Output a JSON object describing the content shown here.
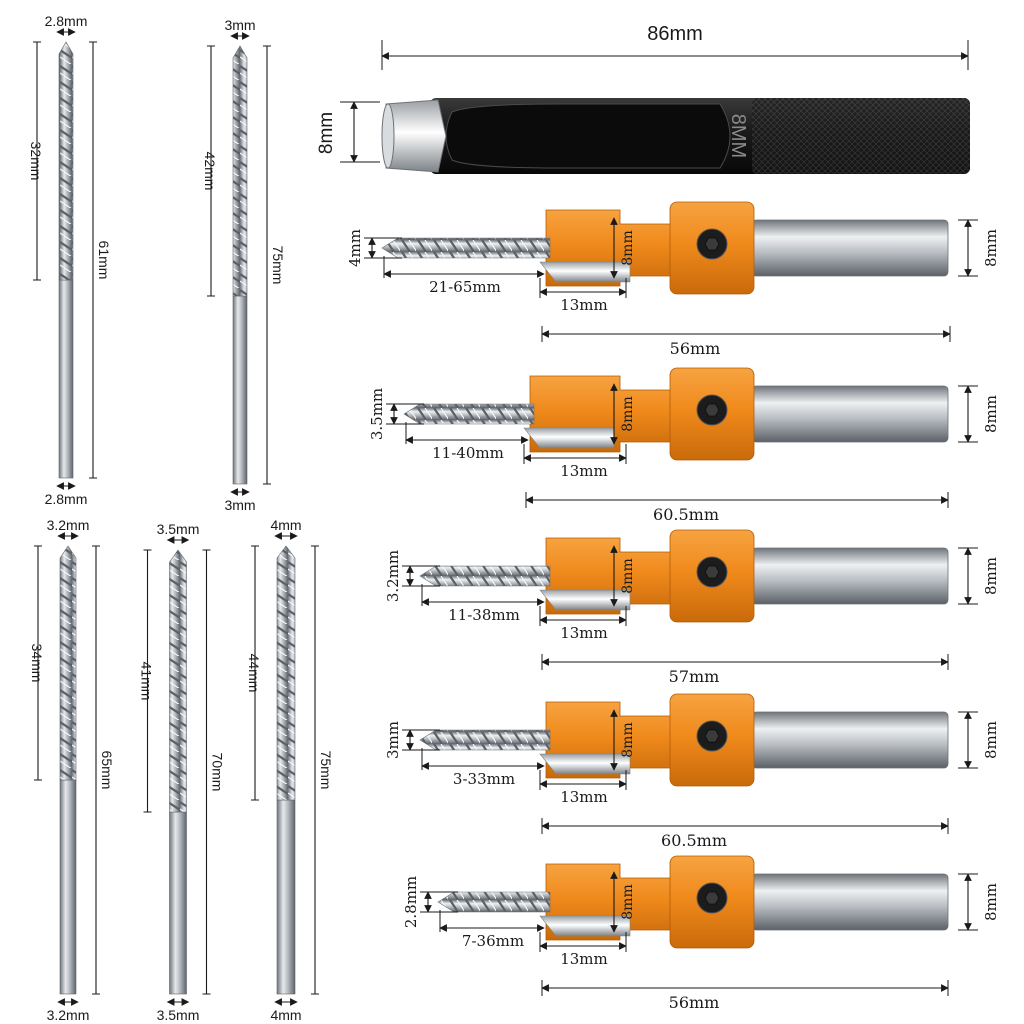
{
  "drill_bits": [
    {
      "top_width": "2.8mm",
      "flute_length": "32mm",
      "total_length": "61mm",
      "bottom_width": "2.8mm"
    },
    {
      "top_width": "3mm",
      "flute_length": "42mm",
      "total_length": "75mm",
      "bottom_width": "3mm"
    },
    {
      "top_width": "3.2mm",
      "flute_length": "34mm",
      "total_length": "65mm",
      "bottom_width": "3.2mm"
    },
    {
      "top_width": "3.5mm",
      "flute_length": "41mm",
      "total_length": "70mm",
      "bottom_width": "3.5mm"
    },
    {
      "top_width": "4mm",
      "flute_length": "44mm",
      "total_length": "75mm",
      "bottom_width": "4mm"
    }
  ],
  "hole_punch": {
    "length": "86mm",
    "diameter": "8mm",
    "engraving": "8MM"
  },
  "countersinks": [
    {
      "bit_diameter": "4mm",
      "depth_range": "21-65mm",
      "collar_length": "13mm",
      "head_diameter": "8mm",
      "shank_diameter": "8mm",
      "total_length": "56mm"
    },
    {
      "bit_diameter": "3.5mm",
      "depth_range": "11-40mm",
      "collar_length": "13mm",
      "head_diameter": "8mm",
      "shank_diameter": "8mm",
      "total_length": "60.5mm"
    },
    {
      "bit_diameter": "3.2mm",
      "depth_range": "11-38mm",
      "collar_length": "13mm",
      "head_diameter": "8mm",
      "shank_diameter": "8mm",
      "total_length": "57mm"
    },
    {
      "bit_diameter": "3mm",
      "depth_range": "3-33mm",
      "collar_length": "13mm",
      "head_diameter": "8mm",
      "shank_diameter": "8mm",
      "total_length": "60.5mm"
    },
    {
      "bit_diameter": "2.8mm",
      "depth_range": "7-36mm",
      "collar_length": "13mm",
      "head_diameter": "8mm",
      "shank_diameter": "8mm",
      "total_length": "56mm"
    }
  ],
  "colors": {
    "collar": "#f08a1c",
    "collar_dark": "#c96a0a",
    "steel": "#c8ccd0",
    "steel_dark": "#7d8389",
    "punch_body": "#1f1f1f",
    "dimension_line": "#1a1a1a"
  },
  "icons": {
    "set_screw": "hex-socket-screw-icon",
    "knurl": "knurled-grip-icon"
  }
}
